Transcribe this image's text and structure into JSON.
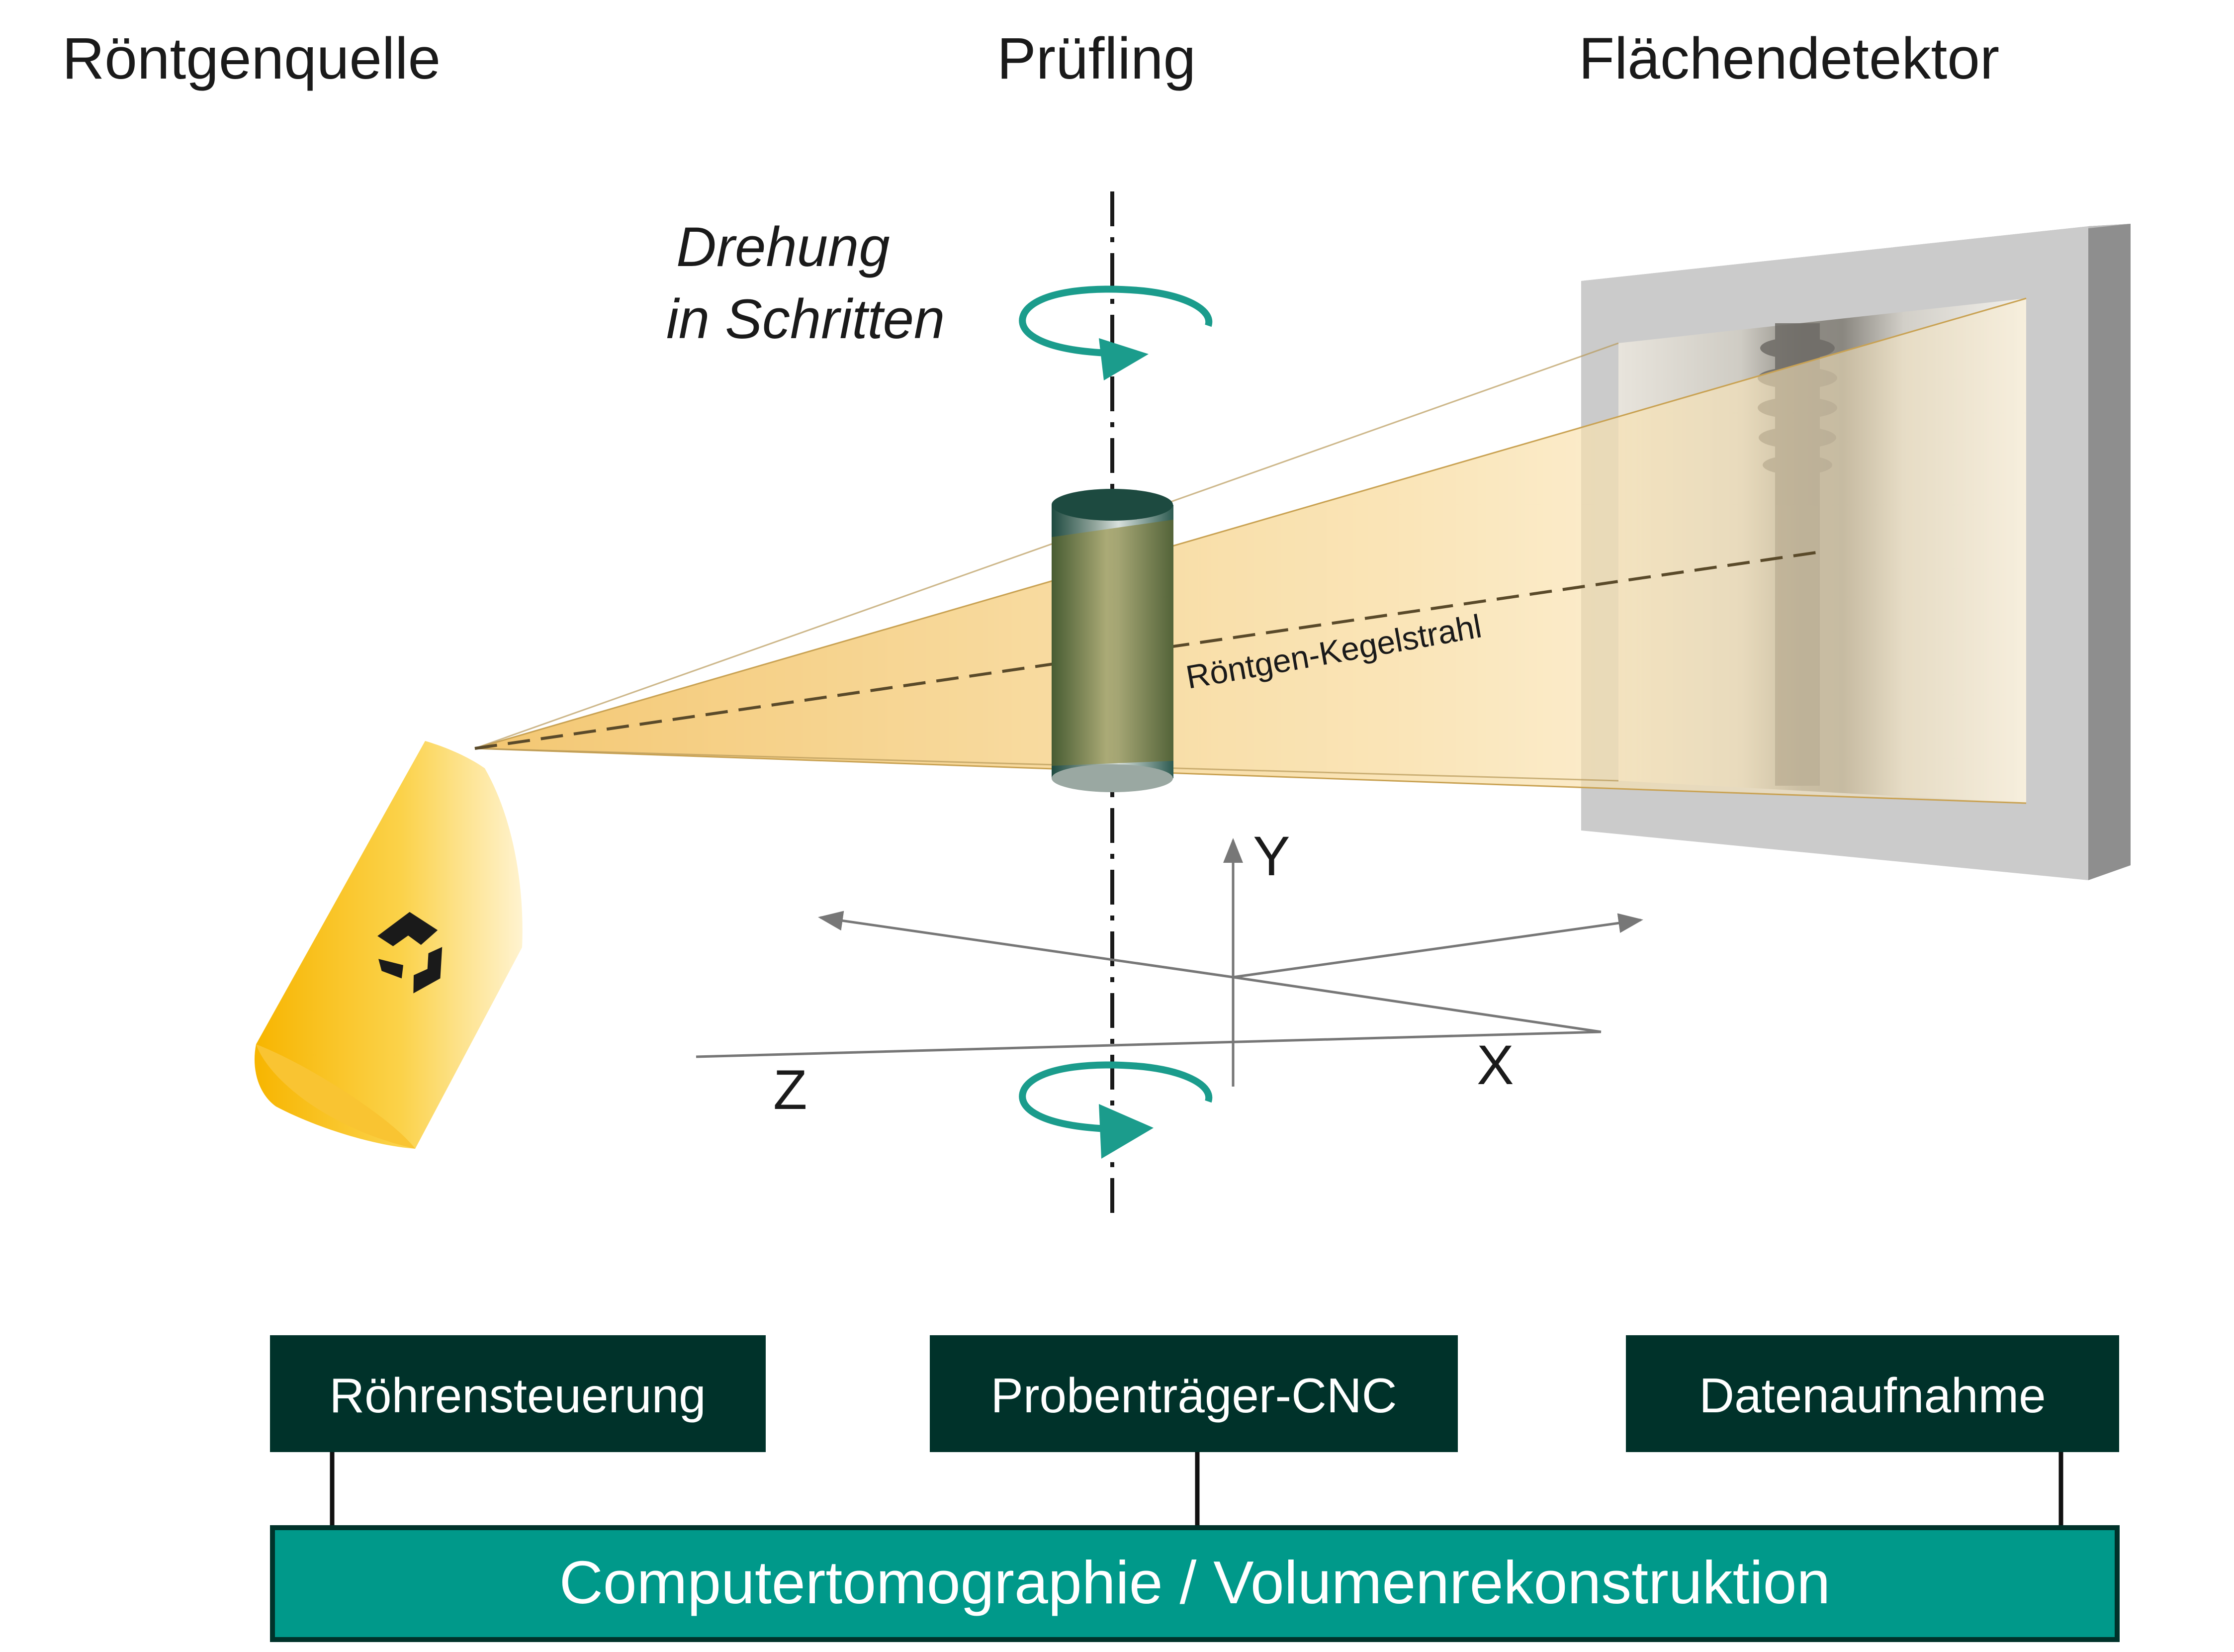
{
  "headers": {
    "source": "Röntgenquelle",
    "specimen": "Prüfling",
    "detector": "Flächendetektor"
  },
  "rotation_label": {
    "line1": "Drehung",
    "line2": "in Schritten"
  },
  "beam_label": "Röntgen-Kegelstrahl",
  "axes": {
    "x": "X",
    "y": "Y",
    "z": "Z"
  },
  "control_boxes": [
    "Röhrensteuerung",
    "Probenträger-CNC",
    "Datenaufnahme"
  ],
  "ct_bar": "Computertomographie / Volumenrekonstruktion",
  "colors": {
    "dark_green": "#00322a",
    "teal": "#00998a",
    "teal_arrow": "#1b9c8c",
    "yellow": "#f7c02a",
    "beam": "#f6d58a",
    "detector_frame": "#cccccc"
  }
}
